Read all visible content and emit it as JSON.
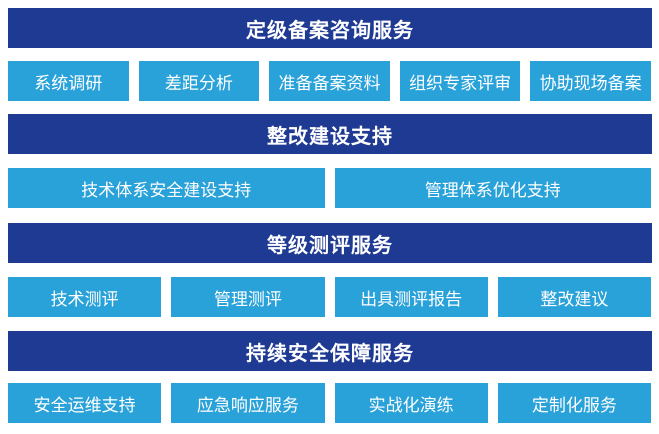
{
  "sections": [
    {
      "title": "定级备案咨询服务",
      "items": [
        "系统调研",
        "差距分析",
        "准备备案资料",
        "组织专家评审",
        "协助现场备案"
      ]
    },
    {
      "title": "整改建设支持",
      "items": [
        "技术体系安全建设支持",
        "管理体系优化支持"
      ]
    },
    {
      "title": "等级测评服务",
      "items": [
        "技术测评",
        "管理测评",
        "出具测评报告",
        "整改建议"
      ]
    },
    {
      "title": "持续安全保障服务",
      "items": [
        "安全运维支持",
        "应急响应服务",
        "实战化演练",
        "定制化服务"
      ]
    }
  ],
  "colors": {
    "header": "#1f3a93",
    "item": "#29a1d9"
  }
}
